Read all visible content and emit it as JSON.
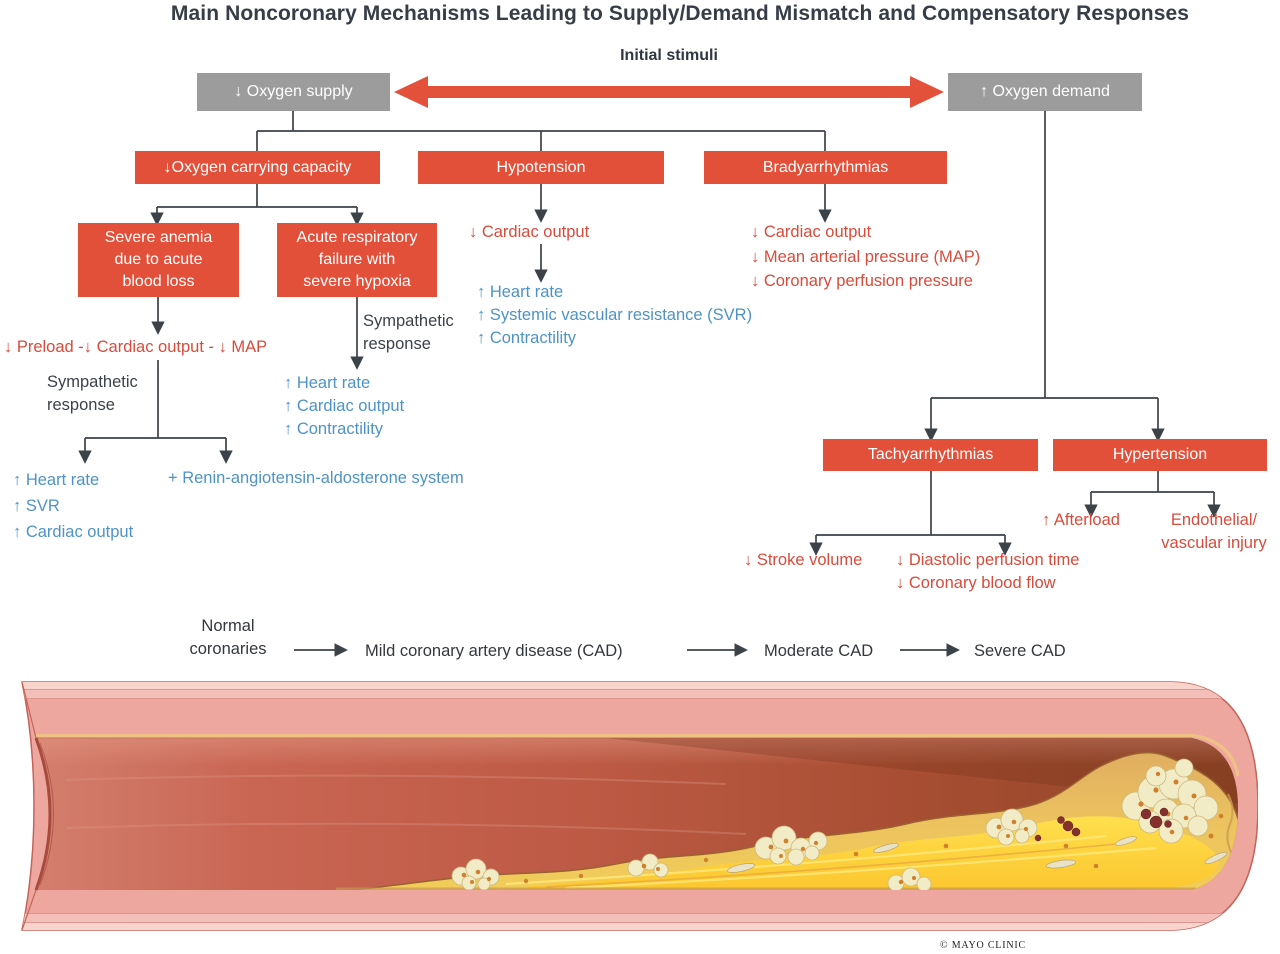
{
  "title": "Main Noncoronary Mechanisms Leading to Supply/Demand Mismatch and Compensatory Responses",
  "labels": {
    "initial_stimuli": "Initial stimuli"
  },
  "nodes": {
    "oxygen_supply": "↓ Oxygen supply",
    "oxygen_demand": "↑ Oxygen demand",
    "oxygen_carrying_capacity": "↓Oxygen carrying capacity",
    "hypotension": "Hypotension",
    "bradyarrhythmias": "Bradyarrhythmias",
    "severe_anemia": "Severe anemia\ndue to acute\nblood loss",
    "acute_respiratory": "Acute respiratory\nfailure with\nsevere hypoxia",
    "tachyarrhythmias": "Tachyarrhythmias",
    "hypertension": "Hypertension"
  },
  "notes": {
    "preload_effects": "↓ Preload -↓ Cardiac output - ↓ MAP",
    "sympathetic_anemia": "Sympathetic\nresponse",
    "sympathetic_respiratory": "Sympathetic\nresponse",
    "anemia_compensation": "↑ Heart rate\n↑ SVR\n↑ Cardiac output",
    "raas": "+ Renin-angiotensin-aldosterone system",
    "respiratory_compensation": "↑ Heart rate\n↑ Cardiac output\n↑ Contractility",
    "hypotension_effect": "↓ Cardiac output",
    "hypotension_compensation": "↑ Heart rate\n↑ Systemic vascular resistance (SVR)\n↑ Contractility",
    "bradyarrhythmias_effects": "↓ Cardiac output\n↓ Mean arterial pressure (MAP)\n↓ Coronary perfusion pressure",
    "stroke_volume": "↓ Stroke volume",
    "perfusion_effects": "↓ Diastolic perfusion time\n↓ Coronary blood flow",
    "afterload": "↑ Afterload",
    "endothelial_injury": "Endothelial/\nvascular injury"
  },
  "cad": {
    "normal": "Normal\ncoronaries",
    "mild": "Mild coronary artery disease (CAD)",
    "moderate": "Moderate CAD",
    "severe": "Severe CAD"
  },
  "credit": "© MAYO CLINIC",
  "colors": {
    "box_red": "#e3503a",
    "box_gray": "#9c9c9c",
    "text_red": "#d94b3b",
    "text_blue": "#4e93c5",
    "line_dark": "#3b4248",
    "artery_wall_pink": "#eda79e",
    "plaque_yellow": "#ffd63f"
  }
}
